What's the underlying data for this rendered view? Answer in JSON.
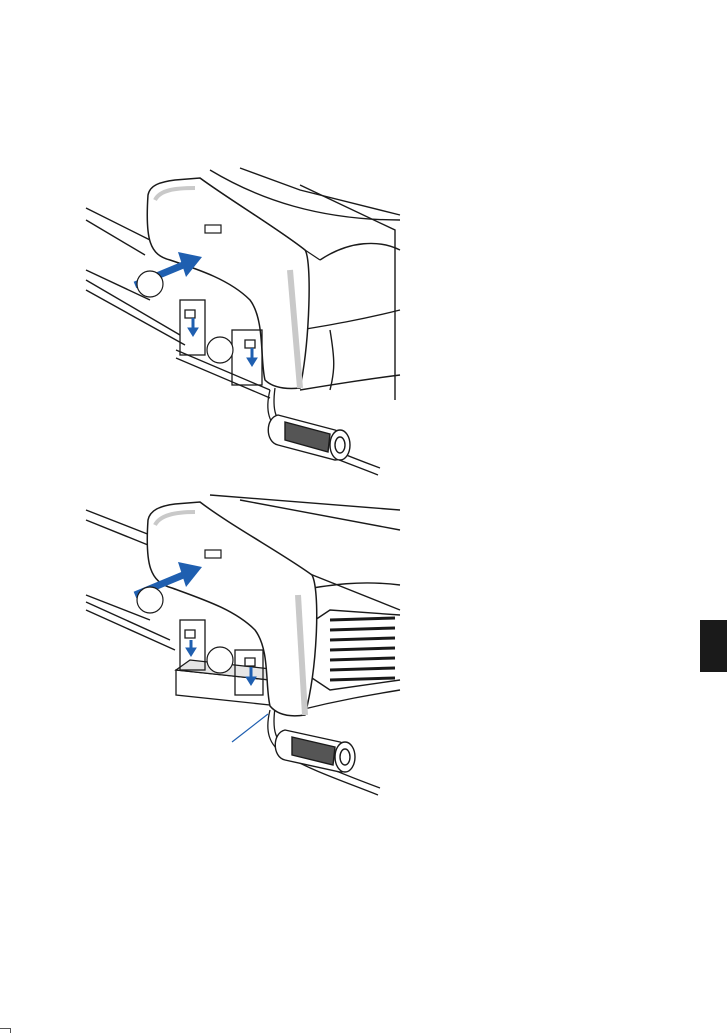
{
  "colors": {
    "arrow": "#1f5fb0",
    "outline": "#1a1a1a",
    "shade": "#c9c9c9",
    "page_tab": "#1a1a1a"
  },
  "figures": [
    {
      "id": "top",
      "parts": [
        "cable-cover",
        "push-arrow",
        "tab-slots",
        "ferrite-core",
        "projector-body",
        "step-circle-1",
        "step-circle-2"
      ]
    },
    {
      "id": "bottom",
      "parts": [
        "cable-cover",
        "push-arrow",
        "tab-slots",
        "ferrite-core",
        "projector-body",
        "vent-grille",
        "step-circle-1",
        "step-circle-2",
        "leader-line"
      ]
    }
  ]
}
